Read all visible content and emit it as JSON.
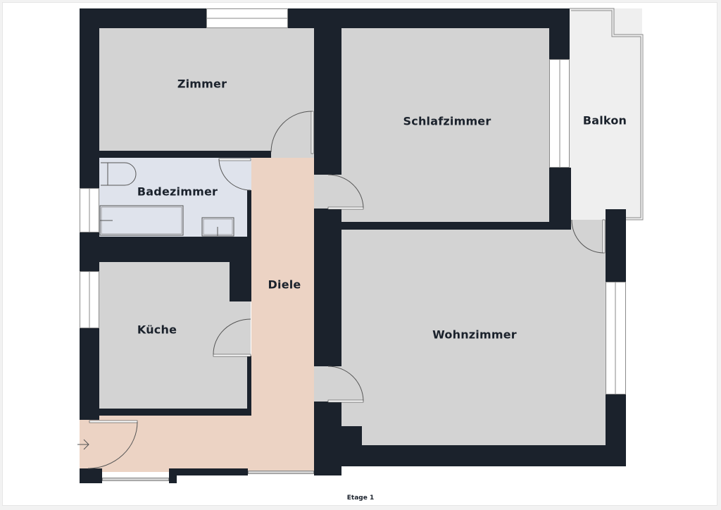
{
  "floor": {
    "caption": "Etage 1",
    "entrance_icon": "arrow-right-icon"
  },
  "rooms": {
    "zimmer": {
      "label": "Zimmer"
    },
    "badezimmer": {
      "label": "Badezimmer"
    },
    "kueche": {
      "label": "Küche"
    },
    "diele": {
      "label": "Diele"
    },
    "schlafzimmer": {
      "label": "Schlafzimmer"
    },
    "wohnzimmer": {
      "label": "Wohnzimmer"
    },
    "balkon": {
      "label": "Balkon"
    }
  },
  "colors": {
    "wall": "#1b222c",
    "room_gray": "#d3d3d3",
    "bath_blue": "#dfe3ec",
    "hall_peach": "#ecd3c4",
    "balcony": "#efefef"
  }
}
